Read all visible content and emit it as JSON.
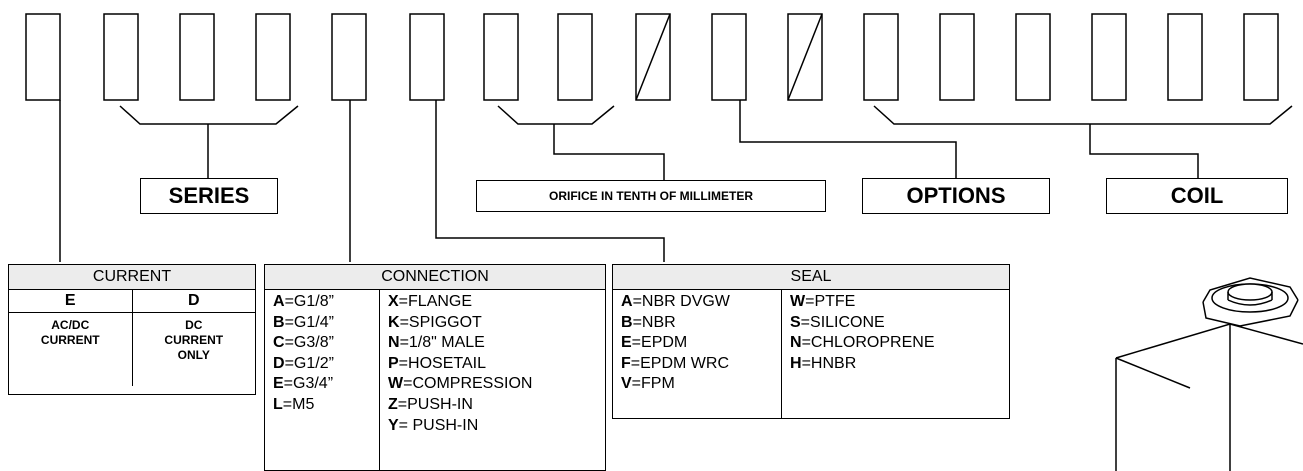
{
  "labels": {
    "series": "SERIES",
    "orifice": "ORIFICE IN TENTH OF MILLIMETER",
    "options": "OPTIONS",
    "coil": "COIL"
  },
  "current": {
    "title": "CURRENT",
    "codes": [
      "E",
      "D"
    ],
    "descriptions": [
      "AC/DC CURRENT",
      "DC CURRENT ONLY"
    ]
  },
  "connection": {
    "title": "CONNECTION",
    "left": [
      {
        "code": "A",
        "value": "=G1/8”"
      },
      {
        "code": "B",
        "value": "=G1/4”"
      },
      {
        "code": "C",
        "value": "=G3/8”"
      },
      {
        "code": "D",
        "value": "=G1/2”"
      },
      {
        "code": "E",
        "value": "=G3/4”"
      },
      {
        "code": "L",
        "value": "=M5"
      }
    ],
    "right": [
      {
        "code": "X",
        "value": "=FLANGE"
      },
      {
        "code": "K",
        "value": "=SPIGGOT"
      },
      {
        "code": "N",
        "value": "=1/8\" MALE"
      },
      {
        "code": "P",
        "value": "=HOSETAIL"
      },
      {
        "code": "W",
        "value": "=COMPRESSION"
      },
      {
        "code": "Z",
        "value": "=PUSH-IN"
      },
      {
        "code": "Y",
        "value": "= PUSH-IN"
      }
    ]
  },
  "seal": {
    "title": "SEAL",
    "left": [
      {
        "code": "A",
        "value": "=NBR DVGW"
      },
      {
        "code": "B",
        "value": "=NBR"
      },
      {
        "code": "E",
        "value": "=EPDM"
      },
      {
        "code": "F",
        "value": "=EPDM WRC"
      },
      {
        "code": "V",
        "value": "=FPM"
      }
    ],
    "right": [
      {
        "code": "W",
        "value": "=PTFE"
      },
      {
        "code": "S",
        "value": "=SILICONE"
      },
      {
        "code": "N",
        "value": "=CHLOROPRENE"
      },
      {
        "code": "H",
        "value": "=HNBR"
      }
    ]
  }
}
